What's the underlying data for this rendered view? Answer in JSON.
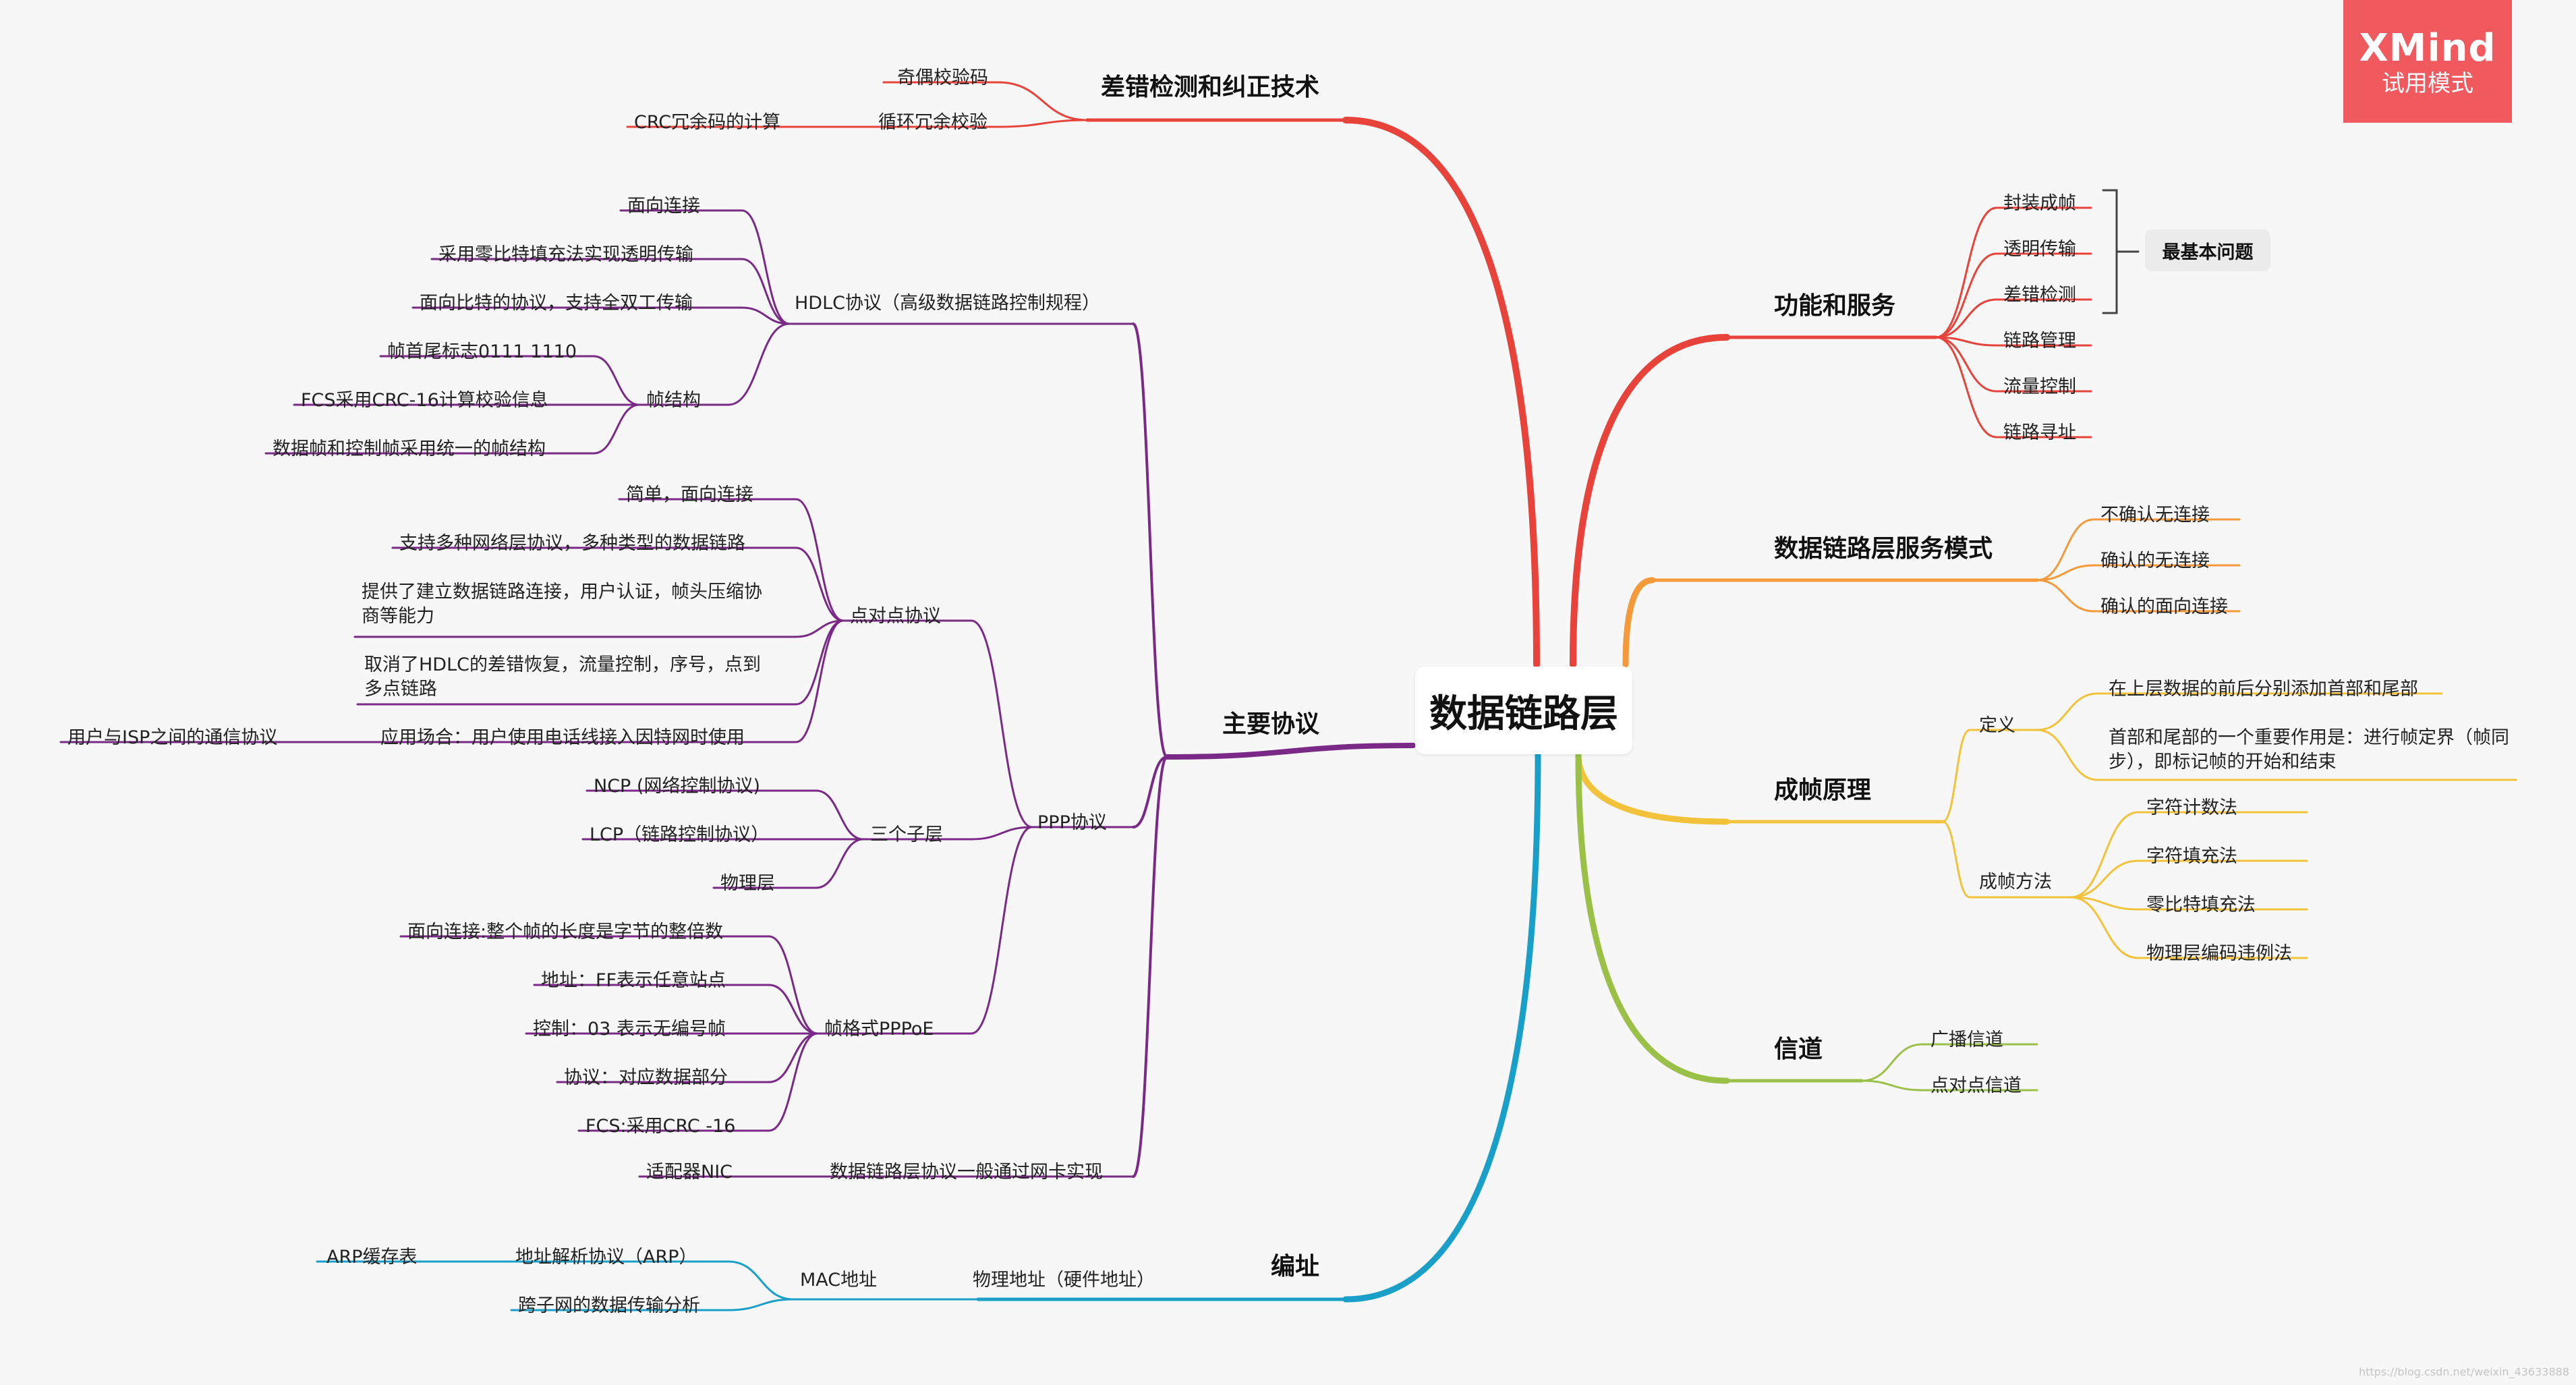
{
  "center": "数据链路层",
  "badge": {
    "brand": "XMind",
    "sub": "试用模式"
  },
  "summary": "最基本问题",
  "colors": {
    "red": "#e8433a",
    "orange": "#f59a3a",
    "yellow": "#f2c23a",
    "green": "#9ac048",
    "purple": "#7a2a86",
    "blue": "#1aa0c8",
    "badge": "#f05a5f"
  },
  "watermark": "https://blog.csdn.net/weixin_43633888",
  "branches": {
    "error": {
      "title": "差错检测和纠正技术",
      "parity": "奇偶校验码",
      "crc": "循环冗余校验",
      "crc_calc": "CRC冗余码的计算"
    },
    "func": {
      "title": "功能和服务",
      "items": [
        "封装成帧",
        "透明传输",
        "差错检测",
        "链路管理",
        "流量控制",
        "链路寻址"
      ]
    },
    "mode": {
      "title": "数据链路层服务模式",
      "items": [
        "不确认无连接",
        "确认的无连接",
        "确认的面向连接"
      ]
    },
    "frame": {
      "title": "成帧原理",
      "def": "定义",
      "def_items": [
        "在上层数据的前后分别添加首部和尾部",
        "首部和尾部的一个重要作用是：进行帧定界（帧同步），即标记帧的开始和结束"
      ],
      "method": "成帧方法",
      "method_items": [
        "字符计数法",
        "字符填充法",
        "零比特填充法",
        "物理层编码违例法"
      ]
    },
    "channel": {
      "title": "信道",
      "items": [
        "广播信道",
        "点对点信道"
      ]
    },
    "protocol": {
      "title": "主要协议",
      "hdlc": "HDLC协议（高级数据链路控制规程）",
      "hdlc_items": [
        "面向连接",
        "采用零比特填充法实现透明传输",
        "面向比特的协议，支持全双工传输"
      ],
      "frame_struct": "帧结构",
      "frame_struct_items": [
        "帧首尾标志0111 1110",
        "FCS采用CRC-16计算校验信息",
        "数据帧和控制帧采用统一的帧结构"
      ],
      "ppp": "PPP协议",
      "p2p": "点对点协议",
      "p2p_items": [
        "简单，面向连接",
        "支持多种网络层协议，多种类型的数据链路",
        "提供了建立数据链路连接，用户认证，帧头压缩协商等能力",
        "取消了HDLC的差错恢复，流量控制，序号，点到多点链路",
        "应用场合：用户使用电话线接入因特网时使用"
      ],
      "isp": "用户与ISP之间的通信协议",
      "sub": "三个子层",
      "sub_items": [
        "NCP (网络控制协议)",
        "LCP（链路控制协议）",
        "物理层"
      ],
      "pppoe": "帧格式PPPoE",
      "pppoe_items": [
        "面向连接:整个帧的长度是字节的整倍数",
        "地址：FF表示任意站点",
        "控制：03 表示无编号帧",
        "协议：对应数据部分",
        "FCS:采用CRC -16"
      ],
      "nic": "数据链路层协议一般通过网卡实现",
      "adapter": "适配器NIC"
    },
    "addr": {
      "title": "编址",
      "phys": "物理地址（硬件地址）",
      "mac": "MAC地址",
      "arp": "地址解析协议（ARP）",
      "arp_cache": "ARP缓存表",
      "cross": "跨子网的数据传输分析"
    }
  }
}
